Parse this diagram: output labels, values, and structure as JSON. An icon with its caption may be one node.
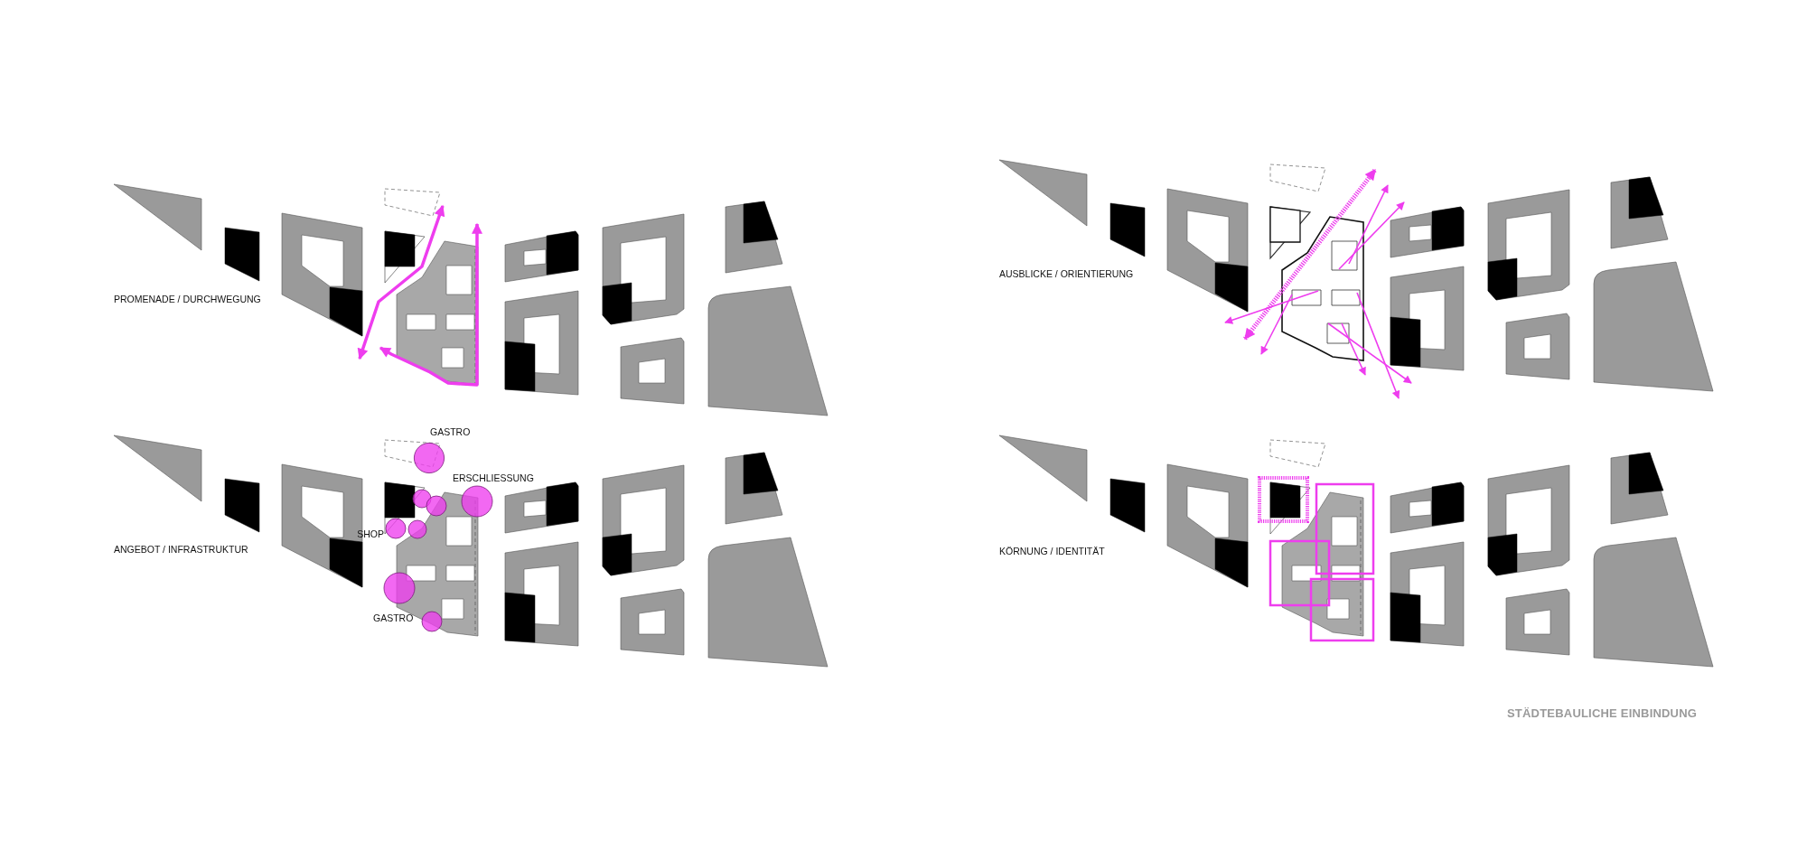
{
  "diagram": {
    "title": "STÄDTEBAULICHE EINBINDUNG",
    "labels": [
      "PROMENADE / DURCHWEGUNG",
      "AUSBLICKE / ORIENTIERUNG",
      "ANGEBOT / INFRASTRUKTUR",
      "GASTRO",
      "ERSCHLIESSUNG",
      "SHOP",
      "GASTRO",
      "KÖRNUNG / IDENTITÄT"
    ]
  }
}
